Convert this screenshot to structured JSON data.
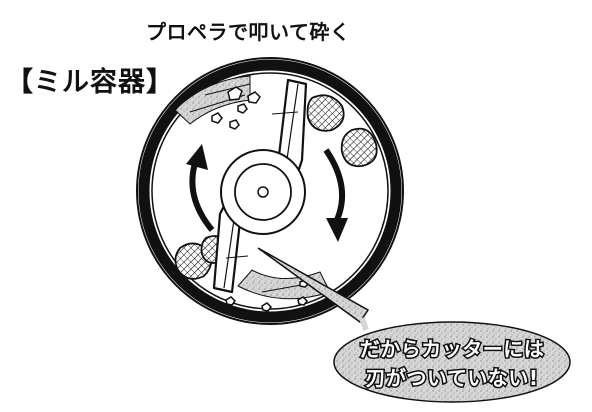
{
  "diagram": {
    "caption": "プロペラで叩いて砕く",
    "container_label": "【ミル容器】",
    "callout": {
      "line1": "だからカッターには",
      "line2": "刃がついていない!"
    }
  }
}
